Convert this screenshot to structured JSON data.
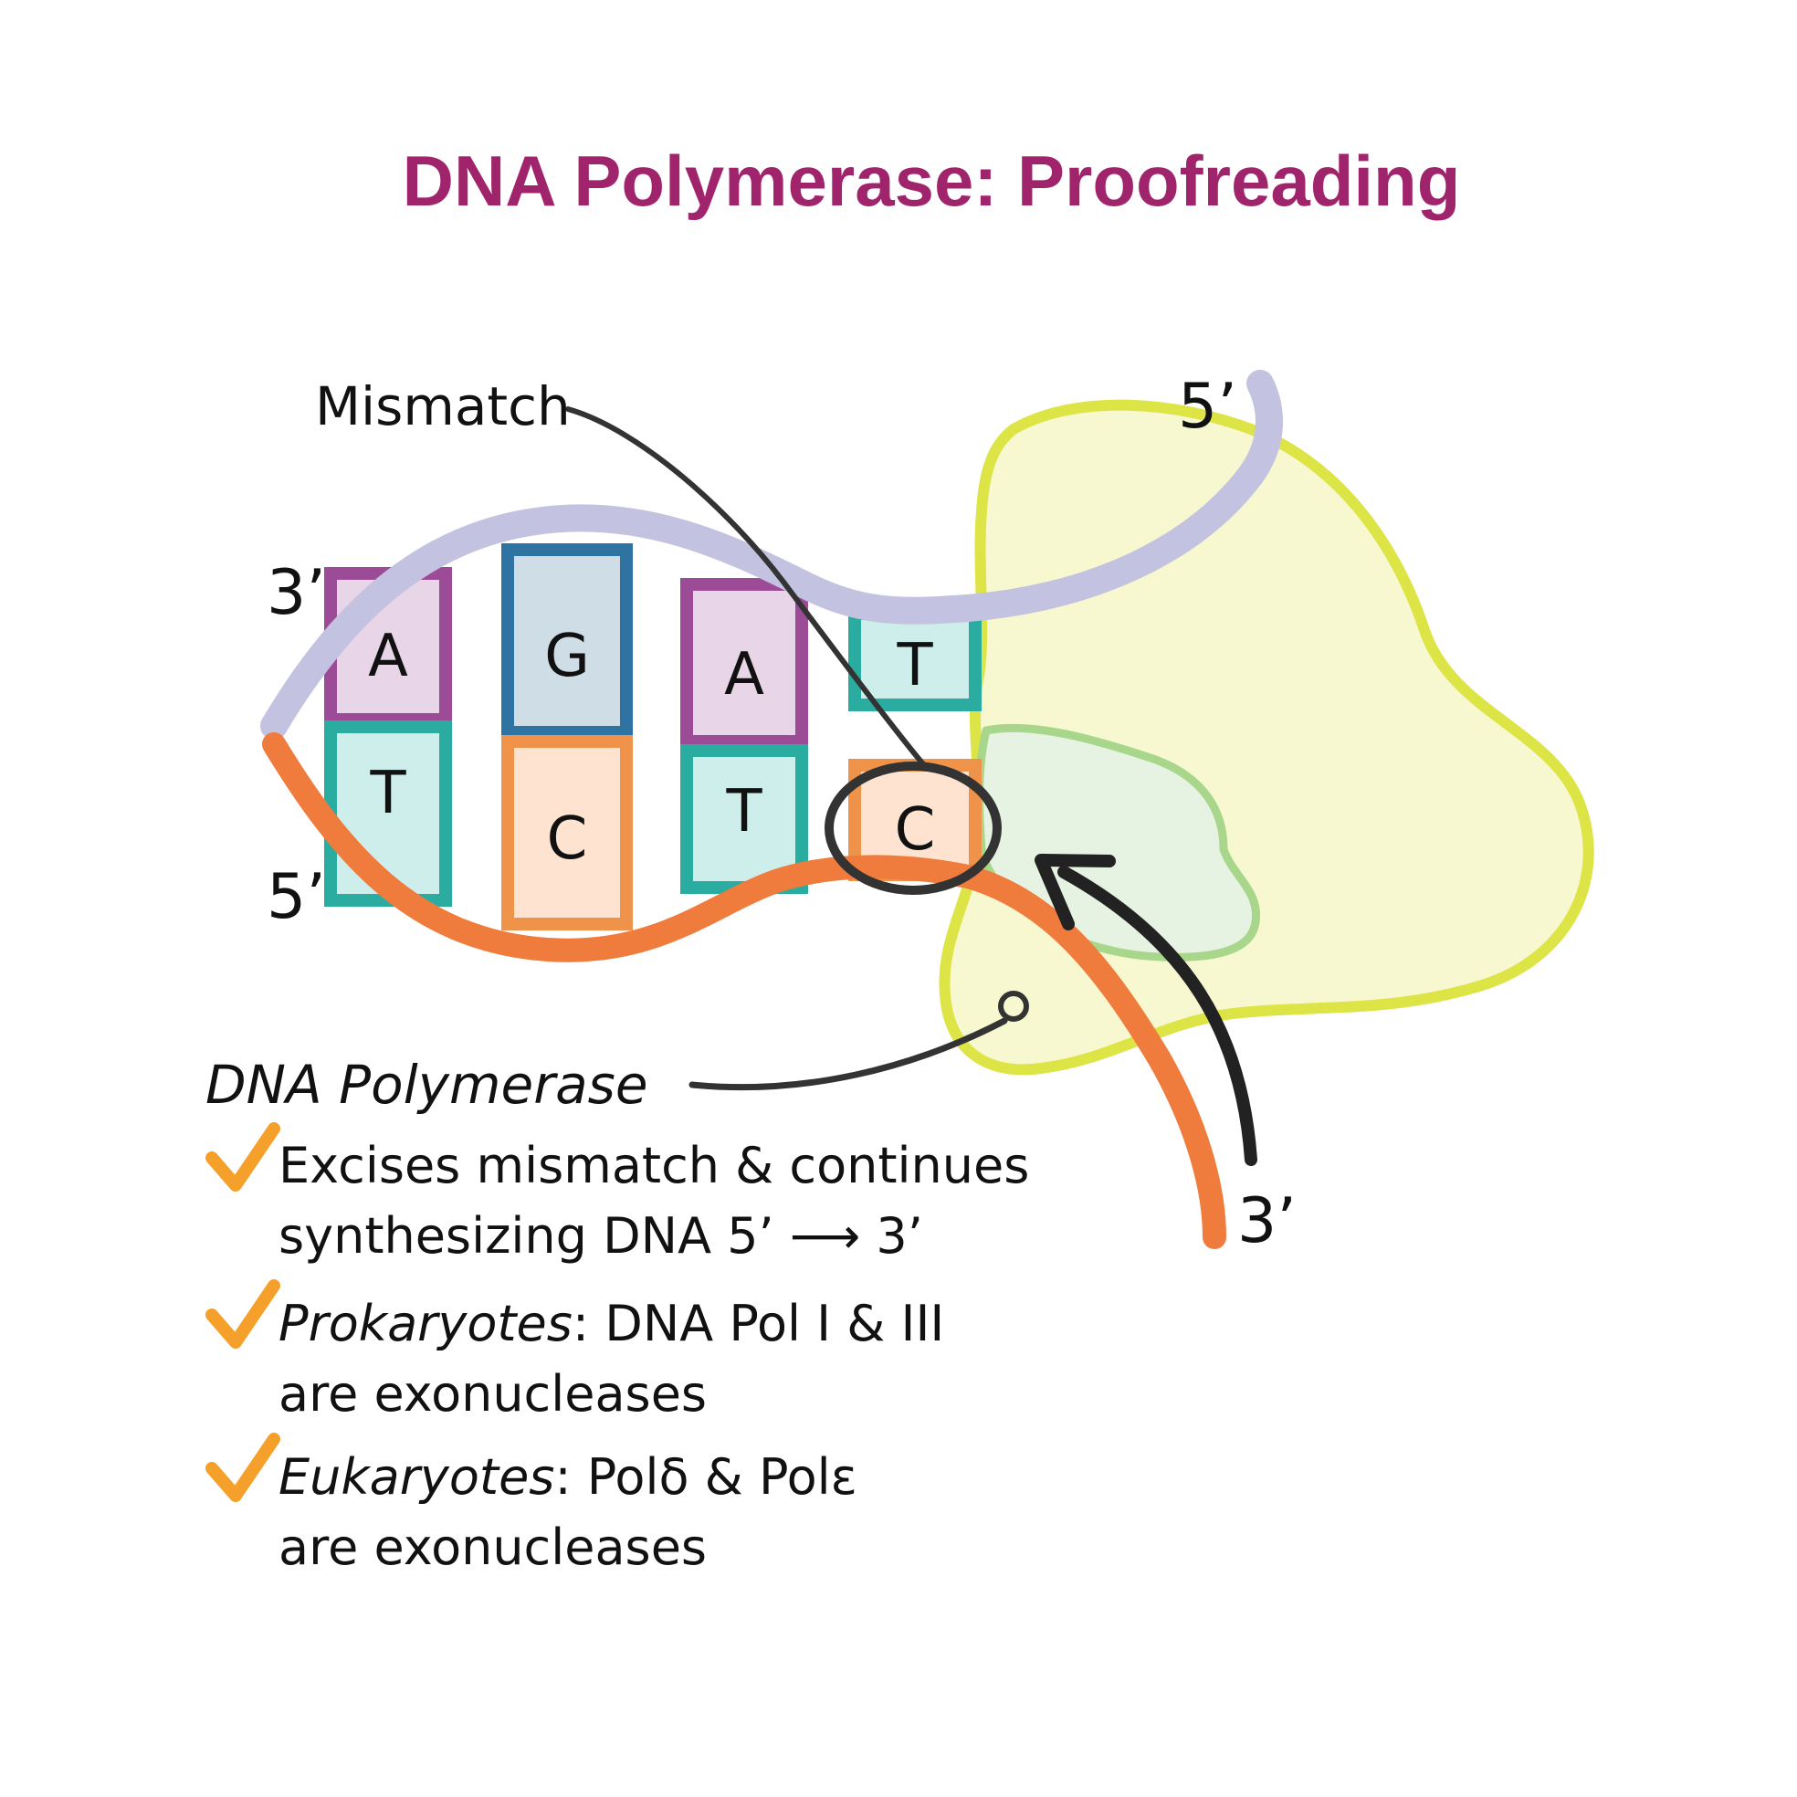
{
  "title": "DNA Polymerase: Proofreading",
  "colors": {
    "title": "#a0246c",
    "top_strand": "#c3c2e0",
    "bottom_strand": "#ef7b3d",
    "enzyme_fill": "#f7f8cf",
    "enzyme_outline": "#dde445",
    "enzyme_inner_fill": "#e6f3e2",
    "enzyme_inner_outline": "#a8d68b",
    "purple_base": "#9c4b97",
    "purple_fill": "#e8d5e7",
    "blue_base": "#2e73a1",
    "blue_fill": "#cfdee6",
    "teal_base": "#2aaca0",
    "teal_fill": "#cdeeea",
    "orange_base": "#f0934a",
    "orange_fill": "#fde3d0",
    "check": "#f4a02a",
    "ink": "#333333"
  },
  "labels": {
    "top_left": "3’",
    "bottom_left": "5’",
    "top_right": "5’",
    "bottom_right": "3’",
    "mismatch": "Mismatch",
    "polymerase": "DNA Polymerase"
  },
  "top_bases": [
    "A",
    "G",
    "A",
    "T"
  ],
  "bottom_bases": [
    "T",
    "C",
    "T",
    "C"
  ],
  "bullets": [
    {
      "line1_pre": "",
      "line1_em": "",
      "line1_post": "Excises mismatch & continues",
      "line2": "synthesizing DNA 5’ ⟶ 3’"
    },
    {
      "line1_pre": "",
      "line1_em": "Prokaryotes",
      "line1_post": ": DNA Pol I & III",
      "line2": "are exonucleases"
    },
    {
      "line1_pre": "",
      "line1_em": "Eukaryotes",
      "line1_post": ": Polδ  & Polε",
      "line2": "are exonucleases"
    }
  ],
  "icons": {
    "check": "check-icon",
    "arrow": "curved-arrow-icon",
    "circle": "mismatch-circle-icon"
  }
}
